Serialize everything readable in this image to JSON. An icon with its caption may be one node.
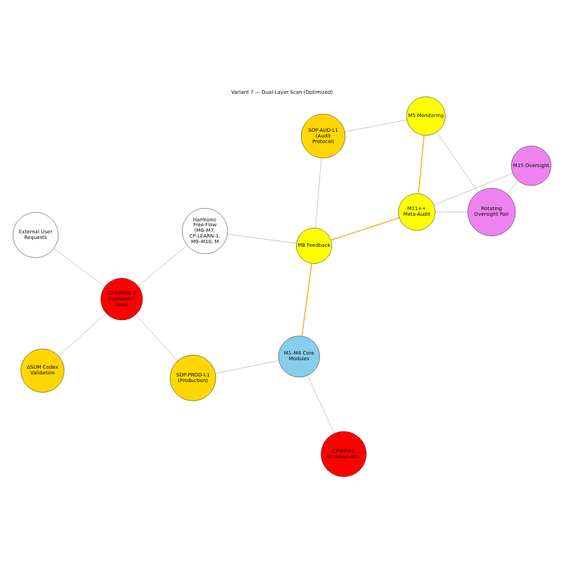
{
  "diagram": {
    "title": "Variant 7 — Dual-Layer Scan (Optimized)",
    "nodes": [
      {
        "text": [
          "M11++ Meta-Audit"
        ]
      },
      {
        "text": [
          "M15 Oversight"
        ]
      },
      {
        "text": [
          "Rotating Oversight Pair"
        ]
      },
      {
        "text": [
          "SOP-AUD-L1 (Audit Protocol)"
        ]
      },
      {
        "text": [
          "M8 Feedback"
        ]
      },
      {
        "text": [
          "Harmonic Free-Flow (M6–M7, CP-LEARN-1, M9–M10, M"
        ]
      },
      {
        "text": [
          "M1–M4 Core Modules"
        ]
      },
      {
        "text": [
          "M5 Monitoring"
        ]
      },
      {
        "text": [
          "ΔSUM Codex Validation"
        ]
      },
      {
        "text": [
          "SOP-PROD-L1 (Production)"
        ]
      },
      {
        "text": [
          "CP-INNOV-1 Innovation Loop"
        ]
      },
      {
        "text": [
          "External User Requests"
        ]
      },
      {
        "text": [
          "CP-REV-1 Revenue Attr."
        ]
      }
    ],
    "edges": [
      {
        "from": 2,
        "to": 0,
        "arrow": "none"
      },
      {
        "from": 2,
        "to": 1,
        "arrow": "none"
      },
      {
        "from": 0,
        "to": 1,
        "arrow": "none"
      },
      {
        "from": 0,
        "to": 7,
        "arrow": "none",
        "color": "#ffa500"
      },
      {
        "from": 0,
        "to": 4,
        "arrow": "none",
        "color": "#ffa500"
      },
      {
        "from": 2,
        "to": 7,
        "arrow": "none"
      },
      {
        "from": 3,
        "to": 4,
        "arrow": "none"
      },
      {
        "from": 3,
        "to": 7,
        "arrow": "none"
      },
      {
        "from": 4,
        "to": 6,
        "arrow": "none",
        "color": "#ffa500"
      },
      {
        "from": 4,
        "to": 5,
        "arrow": "none"
      },
      {
        "from": 8,
        "to": 10,
        "arrow": "none"
      },
      {
        "from": 6,
        "to": 9,
        "arrow": "none"
      },
      {
        "from": 6,
        "to": 12,
        "arrow": "none"
      },
      {
        "from": 9,
        "to": 10,
        "arrow": "none"
      },
      {
        "from": 5,
        "to": 10,
        "arrow": "none"
      },
      {
        "from": 11,
        "to": 10,
        "arrow": "none"
      }
    ]
  }
}
